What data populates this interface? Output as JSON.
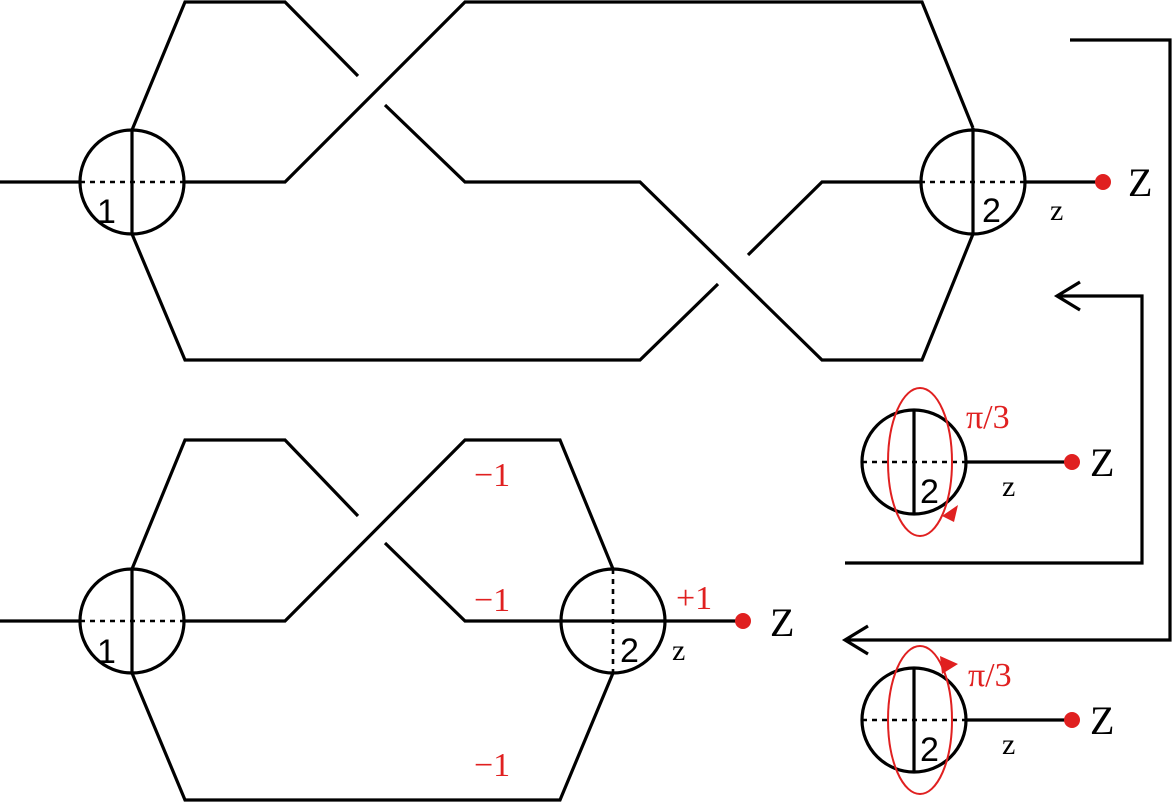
{
  "labels": {
    "top_vertex_1": "1",
    "top_vertex_2": "2",
    "top_z_lower": "z",
    "top_z_upper": "Z",
    "mid_vertex_2": "2",
    "mid_angle": "π/3",
    "mid_z_lower": "z",
    "mid_z_upper": "Z",
    "low_vertex_2": "2",
    "low_angle": "π/3",
    "low_z_lower": "z",
    "low_z_upper": "Z",
    "bottom_vertex_1": "1",
    "bottom_vertex_2": "2",
    "bottom_z_lower": "z",
    "bottom_z_upper": "Z",
    "bottom_weight_top": "−1",
    "bottom_weight_middle": "−1",
    "bottom_weight_bottom": "−1",
    "bottom_weight_z": "+1"
  },
  "colors": {
    "ink": "#000000",
    "accent": "#e02020"
  }
}
